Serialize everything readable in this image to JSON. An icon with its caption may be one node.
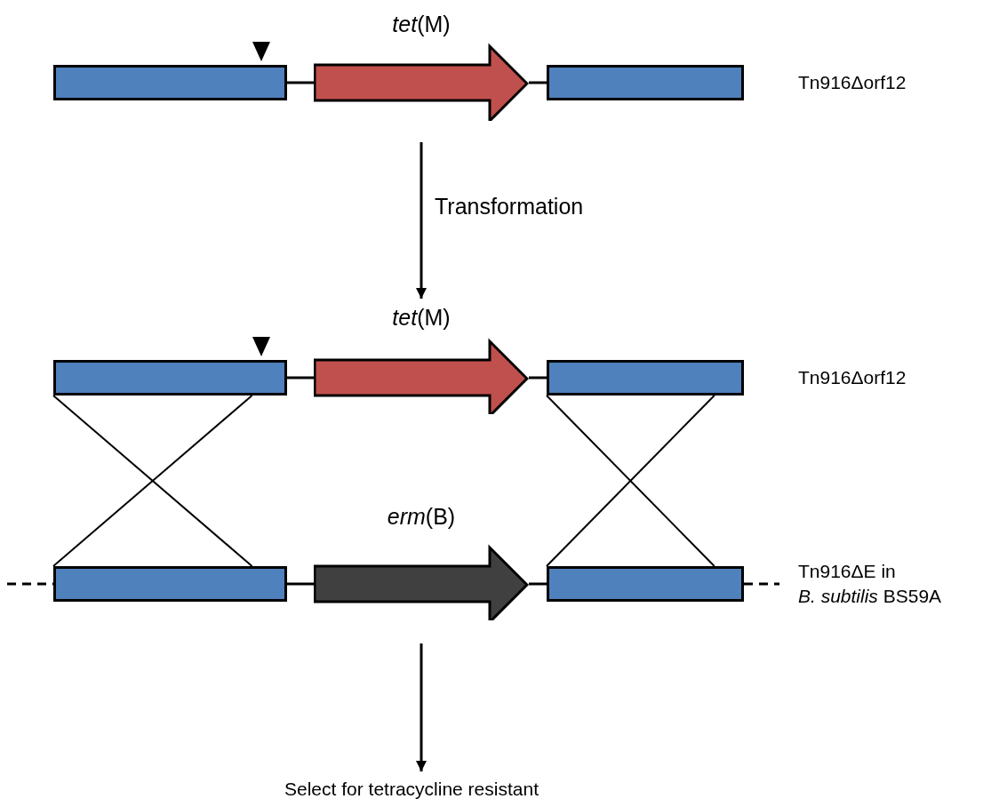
{
  "diagram": {
    "nodes": [
      {
        "text": [],
        "shape": "box"
      },
      {
        "text": [
          "*tet*(M)"
        ]
      },
      {
        "text": [],
        "shape": "box",
        "beside": [
          "Tn916Δorf12"
        ]
      },
      {
        "text": [],
        "shape": "box"
      },
      {
        "text": [
          "*tet*(M)"
        ]
      },
      {
        "text": [],
        "shape": "box",
        "beside": [
          "Tn916Δorf12"
        ]
      },
      {
        "text": [],
        "shape": "box"
      },
      {
        "text": [
          "*erm*(B)"
        ]
      },
      {
        "text": [],
        "shape": "box",
        "beside": [
          "Tn916ΔE in",
          "*B. subtilis* BS59A"
        ]
      },
      {
        "text": [
          "Select for tetracycline resistant"
        ]
      }
    ],
    "edges": [
      {
        "from": 0,
        "to": 1,
        "arrow": "none"
      },
      {
        "from": 1,
        "to": 2,
        "arrow": "none"
      },
      {
        "from": 3,
        "to": 4,
        "arrow": "none"
      },
      {
        "from": 4,
        "to": 5,
        "arrow": "none"
      },
      {
        "from": 6,
        "to": 7,
        "arrow": "none"
      },
      {
        "from": 7,
        "to": 8,
        "arrow": "none"
      },
      {
        "from": 3,
        "to": 6,
        "arrow": "none"
      },
      {
        "from": 3,
        "to": 6,
        "arrow": "none"
      },
      {
        "from": 5,
        "to": 8,
        "arrow": "none"
      },
      {
        "from": 5,
        "to": 8,
        "arrow": "none"
      },
      {
        "from": null,
        "to": 6,
        "arrow": "none",
        "style": "dashed"
      },
      {
        "from": 8,
        "to": null,
        "arrow": "none",
        "style": "dashed"
      },
      {
        "from": 1,
        "to": 4,
        "arrow": "to",
        "label": "Transformation"
      },
      {
        "from": 7,
        "to": 9,
        "arrow": "to"
      }
    ]
  }
}
